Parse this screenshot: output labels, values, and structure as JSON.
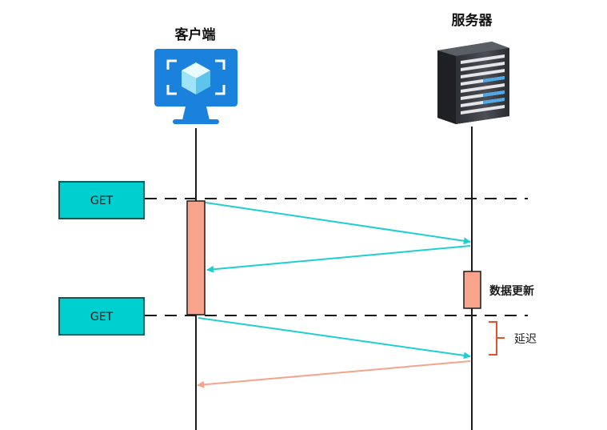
{
  "actors": {
    "client": {
      "label": "客户端"
    },
    "server": {
      "label": "服务器"
    }
  },
  "requests": [
    {
      "label": "GET"
    },
    {
      "label": "GET"
    }
  ],
  "notes": {
    "data_update": "数据更新",
    "delay": "延迟"
  },
  "colors": {
    "request_box_fill": "#00CFCF",
    "request_box_stroke": "#0F5A5A",
    "arrow": "#1FCFCF",
    "stale_arrow": "#F4A38C",
    "activation_fill": "#F8A48C",
    "activation_stroke": "#1a1a1a",
    "delay_bracket": "#E8502A",
    "monitor_blue": "#1A82DD",
    "server_dark": "#3A3D42"
  },
  "icons": {
    "client": "monitor-cube-icon",
    "server": "server-tower-icon"
  }
}
